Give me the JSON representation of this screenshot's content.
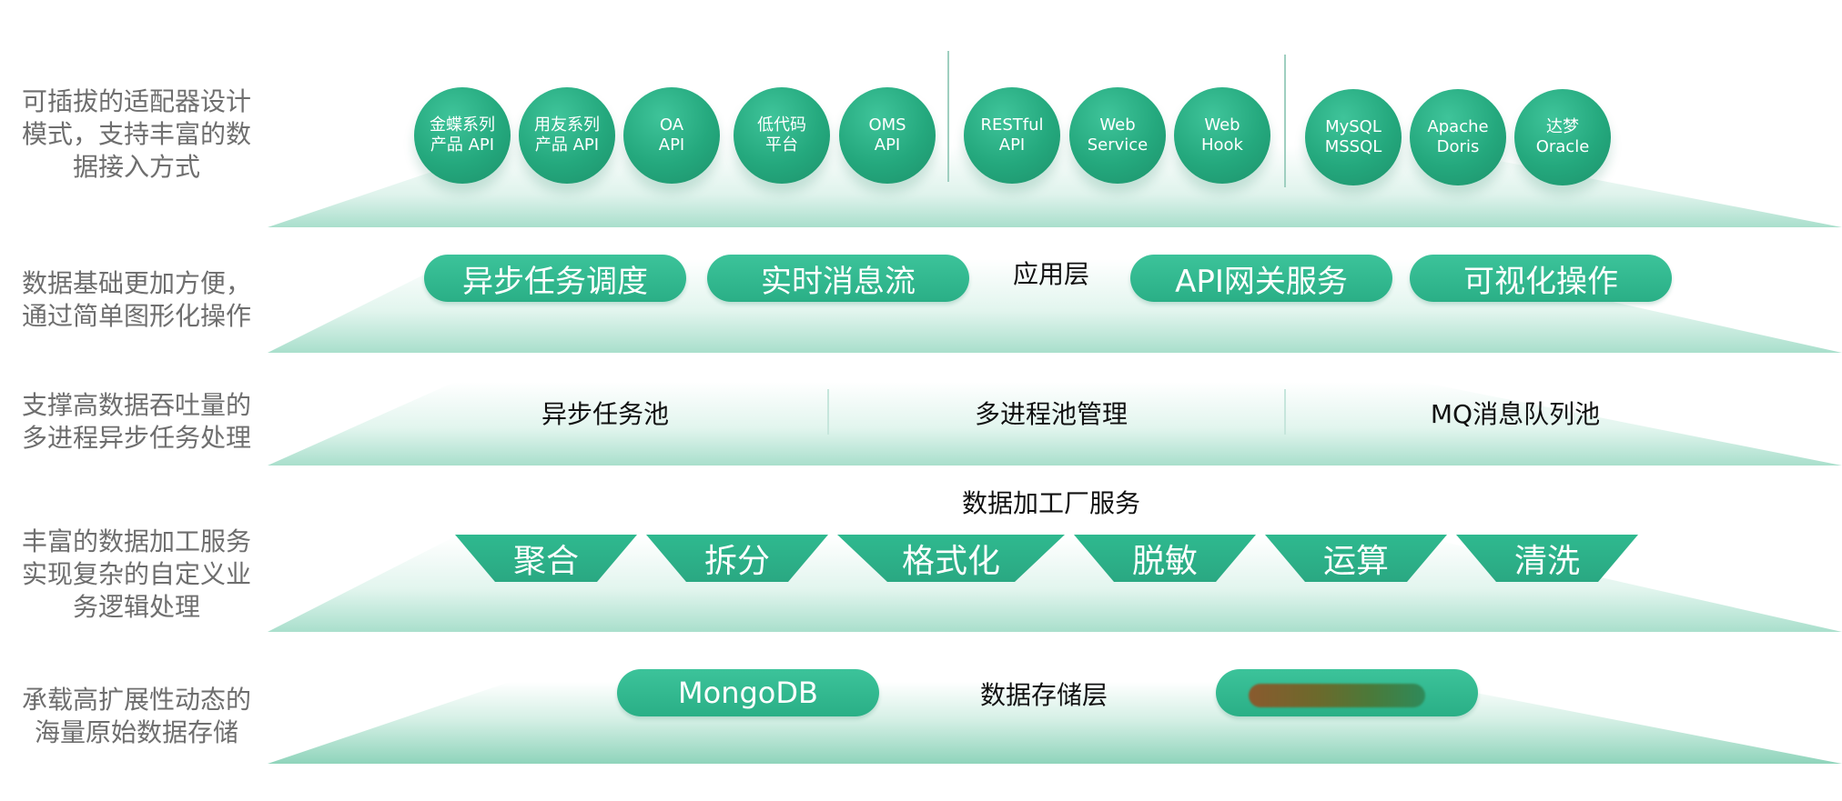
{
  "left_labels": {
    "l1": "可插拔的适配器设计\n模式，支持丰富的数\n据接入方式",
    "l2": "数据基础更加方便，\n通过简单图形化操作",
    "l3": "支撑高数据吞吐量的\n多进程异步任务处理",
    "l4": "丰富的数据加工服务\n实现复杂的自定义业\n务逻辑处理",
    "l5": "承载高扩展性动态的\n海量原始数据存储"
  },
  "layer1": {
    "circles": [
      "金蝶系列\n产品 API",
      "用友系列\n产品 API",
      "OA\nAPI",
      "低代码\n平台",
      "OMS\nAPI",
      "RESTful\nAPI",
      "Web\nService",
      "Web\nHook",
      "MySQL\nMSSQL",
      "Apache\nDoris",
      "达梦\nOracle"
    ]
  },
  "layer2": {
    "pills": [
      "异步任务调度",
      "实时消息流",
      "API网关服务",
      "可视化操作"
    ],
    "center_label": "应用层"
  },
  "layer3": {
    "items": [
      "异步任务池",
      "多进程池管理",
      "MQ消息队列池"
    ]
  },
  "layer4": {
    "title": "数据加工厂服务",
    "items": [
      "聚合",
      "拆分",
      "格式化",
      "脱敏",
      "运算",
      "清洗"
    ]
  },
  "layer5": {
    "pill": "MongoDB",
    "center_label": "数据存储层"
  },
  "colors": {
    "accent": "#2aaf86",
    "platform_light": "#e6f6f0",
    "platform_dark": "#a8dfcb",
    "label_gray": "#6e6e6e"
  }
}
